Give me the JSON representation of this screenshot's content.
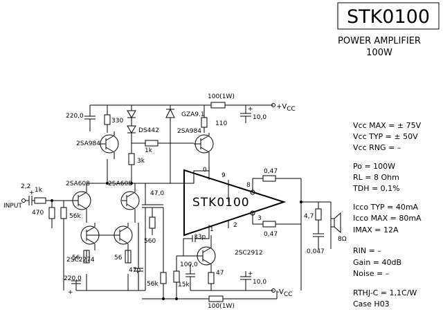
{
  "title": "STK0100",
  "subtitle": "POWER AMPLIFIER",
  "power_label": "100W",
  "chip_label": "STK0100",
  "rails": {
    "vcc_pos": "+V",
    "vcc_pos_sub": "CC",
    "vcc_neg": "-V",
    "vcc_neg_sub": "CC"
  },
  "input_label": "INPUT",
  "pins": {
    "p0": "0",
    "p9": "9",
    "p8": "8",
    "p1": "1",
    "p2": "2",
    "p3": "3"
  },
  "transistors": {
    "q1": "2SA984",
    "q2": "2SA984",
    "q3": "2SA608",
    "q4": "2SA608",
    "q5": "2SC2274",
    "q6": "2SC2912"
  },
  "components": {
    "c220_top": "220,0",
    "r330": "330",
    "ds442": "DS442",
    "gza9_1": "GZA9.1",
    "r110": "110",
    "r100_top": "100(1W)",
    "c10_top": "10,0",
    "r1k_mid": "1k",
    "r3k": "3k",
    "r047_top": "0,47",
    "r047_bot": "0,47",
    "c2_2": "2,2",
    "r1k_in": "1k",
    "r470": "470",
    "r56k": "56k",
    "c47_0": "47,0",
    "r560": "560",
    "c33p": "33p",
    "r56_a": "56",
    "r56_b": "56",
    "c47p": "47p",
    "c220_bot": "220,0",
    "c100": "100,0",
    "r47": "47",
    "r56k_bot": "56k",
    "r15k": "15k",
    "c10_bot": "10,0",
    "r100_bot": "100(1W)",
    "r4_7": "4,7",
    "c0_047": "0,047",
    "load": "8Ω"
  },
  "specs": [
    {
      "key": "vcc_max",
      "text": "Vcc MAX = ± 75V"
    },
    {
      "key": "vcc_typ",
      "text": "Vcc TYP = ± 50V"
    },
    {
      "key": "vcc_rng",
      "text": "Vcc RNG =   –"
    },
    {
      "key": "po",
      "text": "Po = 100W"
    },
    {
      "key": "rl",
      "text": "RL = 8 Ohm"
    },
    {
      "key": "tdh",
      "text": "TDH = 0,1%"
    },
    {
      "key": "icco_typ",
      "text": "Icco TYP = 40mA"
    },
    {
      "key": "icco_max",
      "text": "Icco MAX = 80mA"
    },
    {
      "key": "imax",
      "text": "IMAX = 12A"
    },
    {
      "key": "rin",
      "text": "RIN = –"
    },
    {
      "key": "gain",
      "text": "Gain = 40dB"
    },
    {
      "key": "noise",
      "text": "Noise = –"
    },
    {
      "key": "rthj",
      "text": "RTHJ-C = 1,1C/W"
    },
    {
      "key": "case",
      "text": "Case H03"
    }
  ]
}
